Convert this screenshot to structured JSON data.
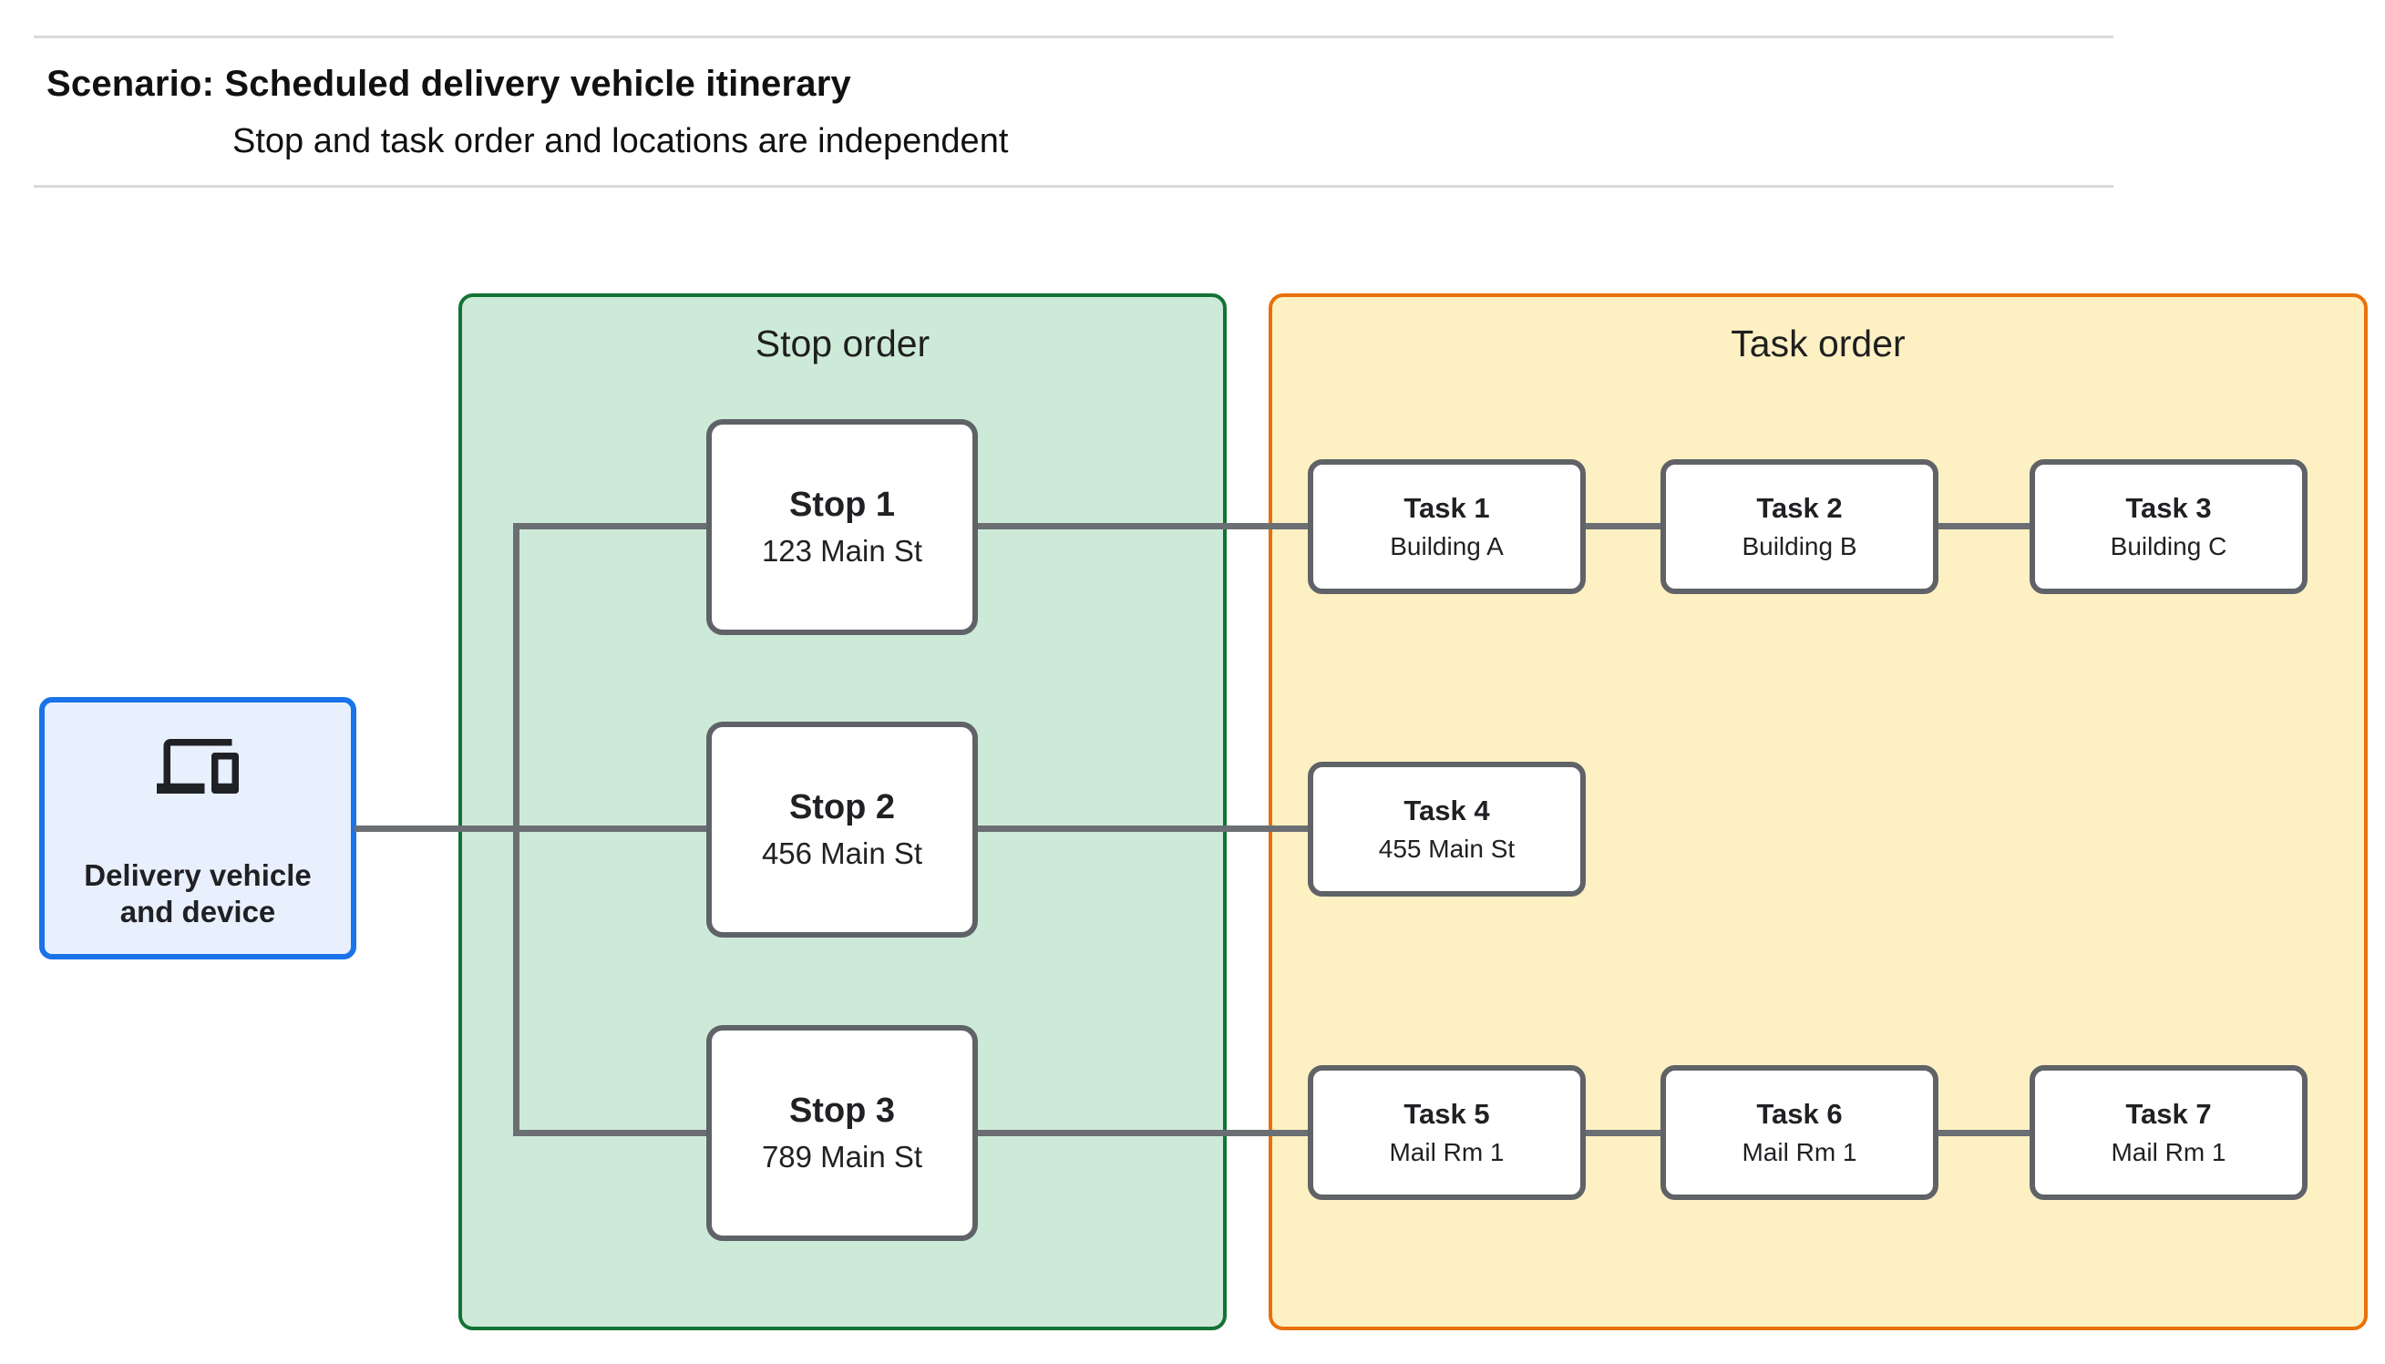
{
  "header": {
    "title": "Scenario: Scheduled delivery vehicle itinerary",
    "subtitle": "Stop and task order and locations are independent"
  },
  "vehicle_node": {
    "icon": "devices-icon",
    "lines": [
      "Delivery vehicle",
      "and device"
    ]
  },
  "stop_panel": {
    "title": "Stop order",
    "stops": [
      {
        "title": "Stop 1",
        "subtitle": "123 Main St"
      },
      {
        "title": "Stop 2",
        "subtitle": "456 Main St"
      },
      {
        "title": "Stop 3",
        "subtitle": "789 Main St"
      }
    ]
  },
  "task_panel": {
    "title": "Task order",
    "tasks": [
      {
        "title": "Task 1",
        "subtitle": "Building A"
      },
      {
        "title": "Task 2",
        "subtitle": "Building B"
      },
      {
        "title": "Task 3",
        "subtitle": "Building C"
      },
      {
        "title": "Task 4",
        "subtitle": "455 Main St"
      },
      {
        "title": "Task 5",
        "subtitle": "Mail Rm 1"
      },
      {
        "title": "Task 6",
        "subtitle": "Mail Rm 1"
      },
      {
        "title": "Task 7",
        "subtitle": "Mail Rm 1"
      }
    ]
  },
  "colors": {
    "stop_panel_bg": "#cdead9",
    "stop_panel_border": "#137333",
    "task_panel_bg": "#fdf0c3",
    "task_panel_border": "#e8710a",
    "vehicle_bg": "#e8f0fe",
    "vehicle_border": "#1a73e8",
    "node_border": "#5f6368",
    "connector": "#6b6e72",
    "hairline": "#d9d9d9",
    "text": "#202124"
  }
}
